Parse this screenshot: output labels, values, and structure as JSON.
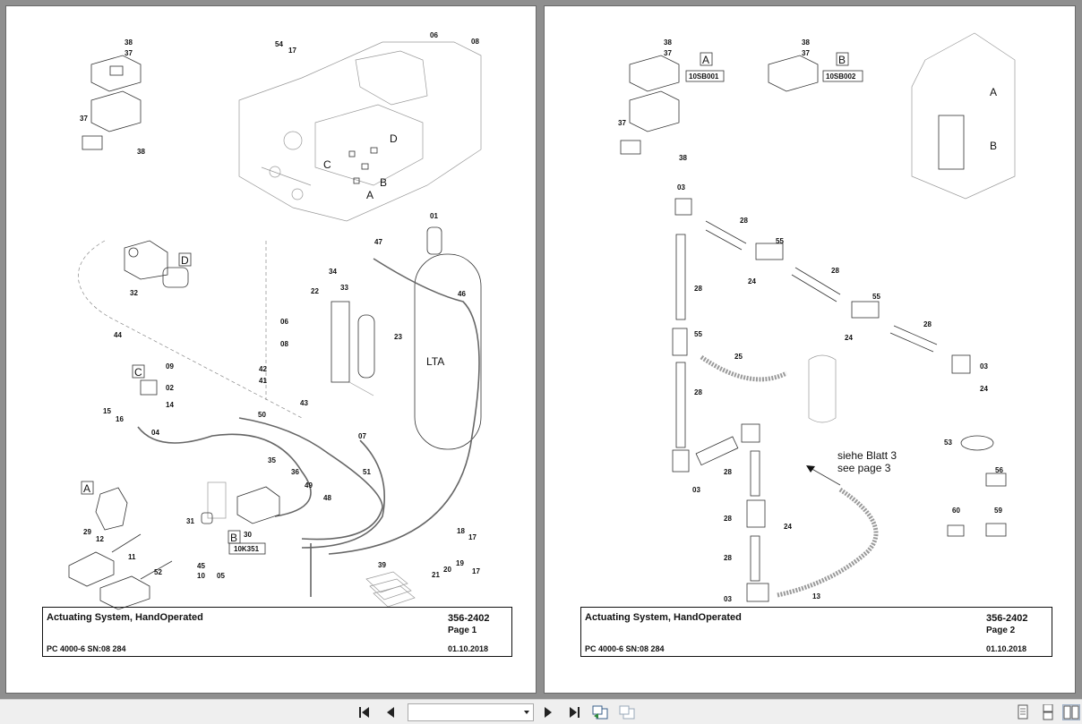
{
  "pages": [
    {
      "title": "Actuating System, HandOperated",
      "model": "PC 4000-6 SN:08 284",
      "doc_number": "356-2402",
      "page_label": "Page 1",
      "date": "01.10.2018",
      "callouts": {
        "n38a": "38",
        "n37a": "37",
        "n37b": "37",
        "n38b": "38",
        "n54": "54",
        "n17a": "17",
        "n06a": "06",
        "n08a": "08",
        "lC": "C",
        "lD": "D",
        "lB": "B",
        "lA": "A",
        "n01": "01",
        "n47": "47",
        "bD": "D",
        "n32": "32",
        "n34": "34",
        "n22": "22",
        "n33": "33",
        "n06b": "06",
        "n08b": "08",
        "n23": "23",
        "n46": "46",
        "lta": "LTA",
        "n44": "44",
        "n09": "09",
        "n42": "42",
        "n41": "41",
        "bC": "C",
        "n02": "02",
        "n14": "14",
        "n15": "15",
        "n16": "16",
        "n04": "04",
        "n43": "43",
        "n50": "50",
        "n07": "07",
        "n35": "35",
        "n36": "36",
        "n51": "51",
        "n49": "49",
        "n48": "48",
        "bA": "A",
        "n29": "29",
        "n31": "31",
        "n30": "30",
        "bB": "B",
        "ref": "10K351",
        "n12": "12",
        "n11": "11",
        "n52": "52",
        "n45": "45",
        "n10": "10",
        "n05": "05",
        "n39": "39",
        "n18": "18",
        "n17b": "17",
        "n21": "21",
        "n20": "20",
        "n19": "19",
        "n17c": "17"
      }
    },
    {
      "title": "Actuating System, HandOperated",
      "model": "PC 4000-6 SN:08 284",
      "doc_number": "356-2402",
      "page_label": "Page 2",
      "date": "01.10.2018",
      "callouts": {
        "n38a": "38",
        "n37a": "37",
        "bA": "A",
        "refA": "10SB001",
        "n38b": "38",
        "n37b": "37",
        "bB": "B",
        "refB": "10SB002",
        "n37c": "37",
        "n38c": "38",
        "lA": "A",
        "lB": "B",
        "n03a": "03",
        "n28a": "28",
        "n55a": "55",
        "n28b": "28",
        "n24a": "24",
        "n28c": "28",
        "n55b": "55",
        "n28d": "28",
        "n55c": "55",
        "n24b": "24",
        "n25": "25",
        "n03b": "03",
        "n24c": "24",
        "n28e": "28",
        "n53": "53",
        "n28f": "28",
        "n03c": "03",
        "note1": "siehe Blatt 3",
        "note2": "see page 3",
        "n56": "56",
        "n28g": "28",
        "n24d": "24",
        "n60": "60",
        "n59": "59",
        "n28h": "28",
        "n03d": "03",
        "n13": "13"
      }
    }
  ],
  "toolbar": {
    "first_page": "first-page-icon",
    "prev_page": "previous-page-icon",
    "page_field": "",
    "next_page": "next-page-icon",
    "last_page": "last-page-icon",
    "back_view": "previous-view-icon",
    "forward_view": "next-view-icon",
    "single_page": "single-page-view-icon",
    "continuous": "continuous-view-icon",
    "facing": "facing-pages-view-icon"
  }
}
